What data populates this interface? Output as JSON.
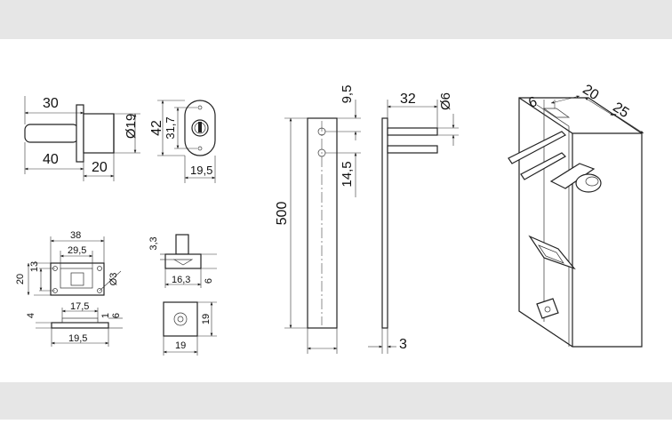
{
  "sheet": {
    "background_color": "#e6e6e6",
    "panel_color": "#ffffff",
    "line_color": "#222222"
  },
  "lock_view": {
    "dims": {
      "length_top": "30",
      "length_bottom": "40",
      "flange": "20",
      "diameter": "Ø19"
    }
  },
  "lock_front": {
    "dims": {
      "height": "42",
      "hole_spacing": "31,7",
      "width": "19,5"
    }
  },
  "strike_plate": {
    "dims": {
      "width_outer": "38",
      "width_inner": "29,5",
      "height_inner": "13",
      "height_outer": "20",
      "hole": "Ø3"
    }
  },
  "strike_side": {
    "dims": {
      "width_inner": "17,5",
      "width_outer": "19,5",
      "thickness": "4",
      "lip": "1",
      "depth": "6"
    }
  },
  "keeper_top": {
    "dims": {
      "height": "3,3",
      "width": "16,3",
      "depth": "6"
    }
  },
  "keeper_block": {
    "dims": {
      "width": "19",
      "height": "19"
    }
  },
  "bar_view": {
    "dims": {
      "length": "500",
      "top_offset": "9,5",
      "hole_spacing": "14,5"
    }
  },
  "bar_side": {
    "dims": {
      "pin_length": "32",
      "pin_diameter": "Ø6",
      "thickness": "3"
    }
  },
  "iso_view": {
    "dims": {
      "a": "6",
      "b": "20",
      "c": "25"
    }
  }
}
